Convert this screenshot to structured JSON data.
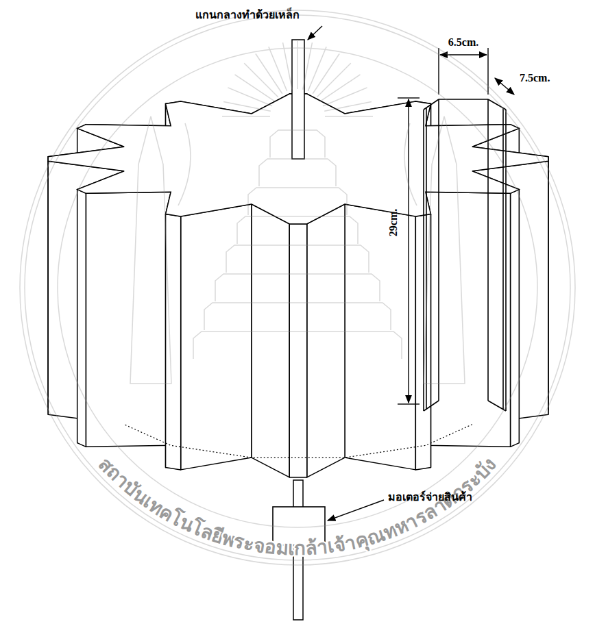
{
  "diagram": {
    "labels": [
      "แกนกลางทำด้วยเหล็ก",
      "6.5cm.",
      "7.5cm.",
      "29cm.",
      "มอเตอร์จ่ายสินค้า",
      "สถาบันเทคโนโลยีพระจอมเกล้าเจ้าคุณทหารลาดกระบัง"
    ]
  }
}
